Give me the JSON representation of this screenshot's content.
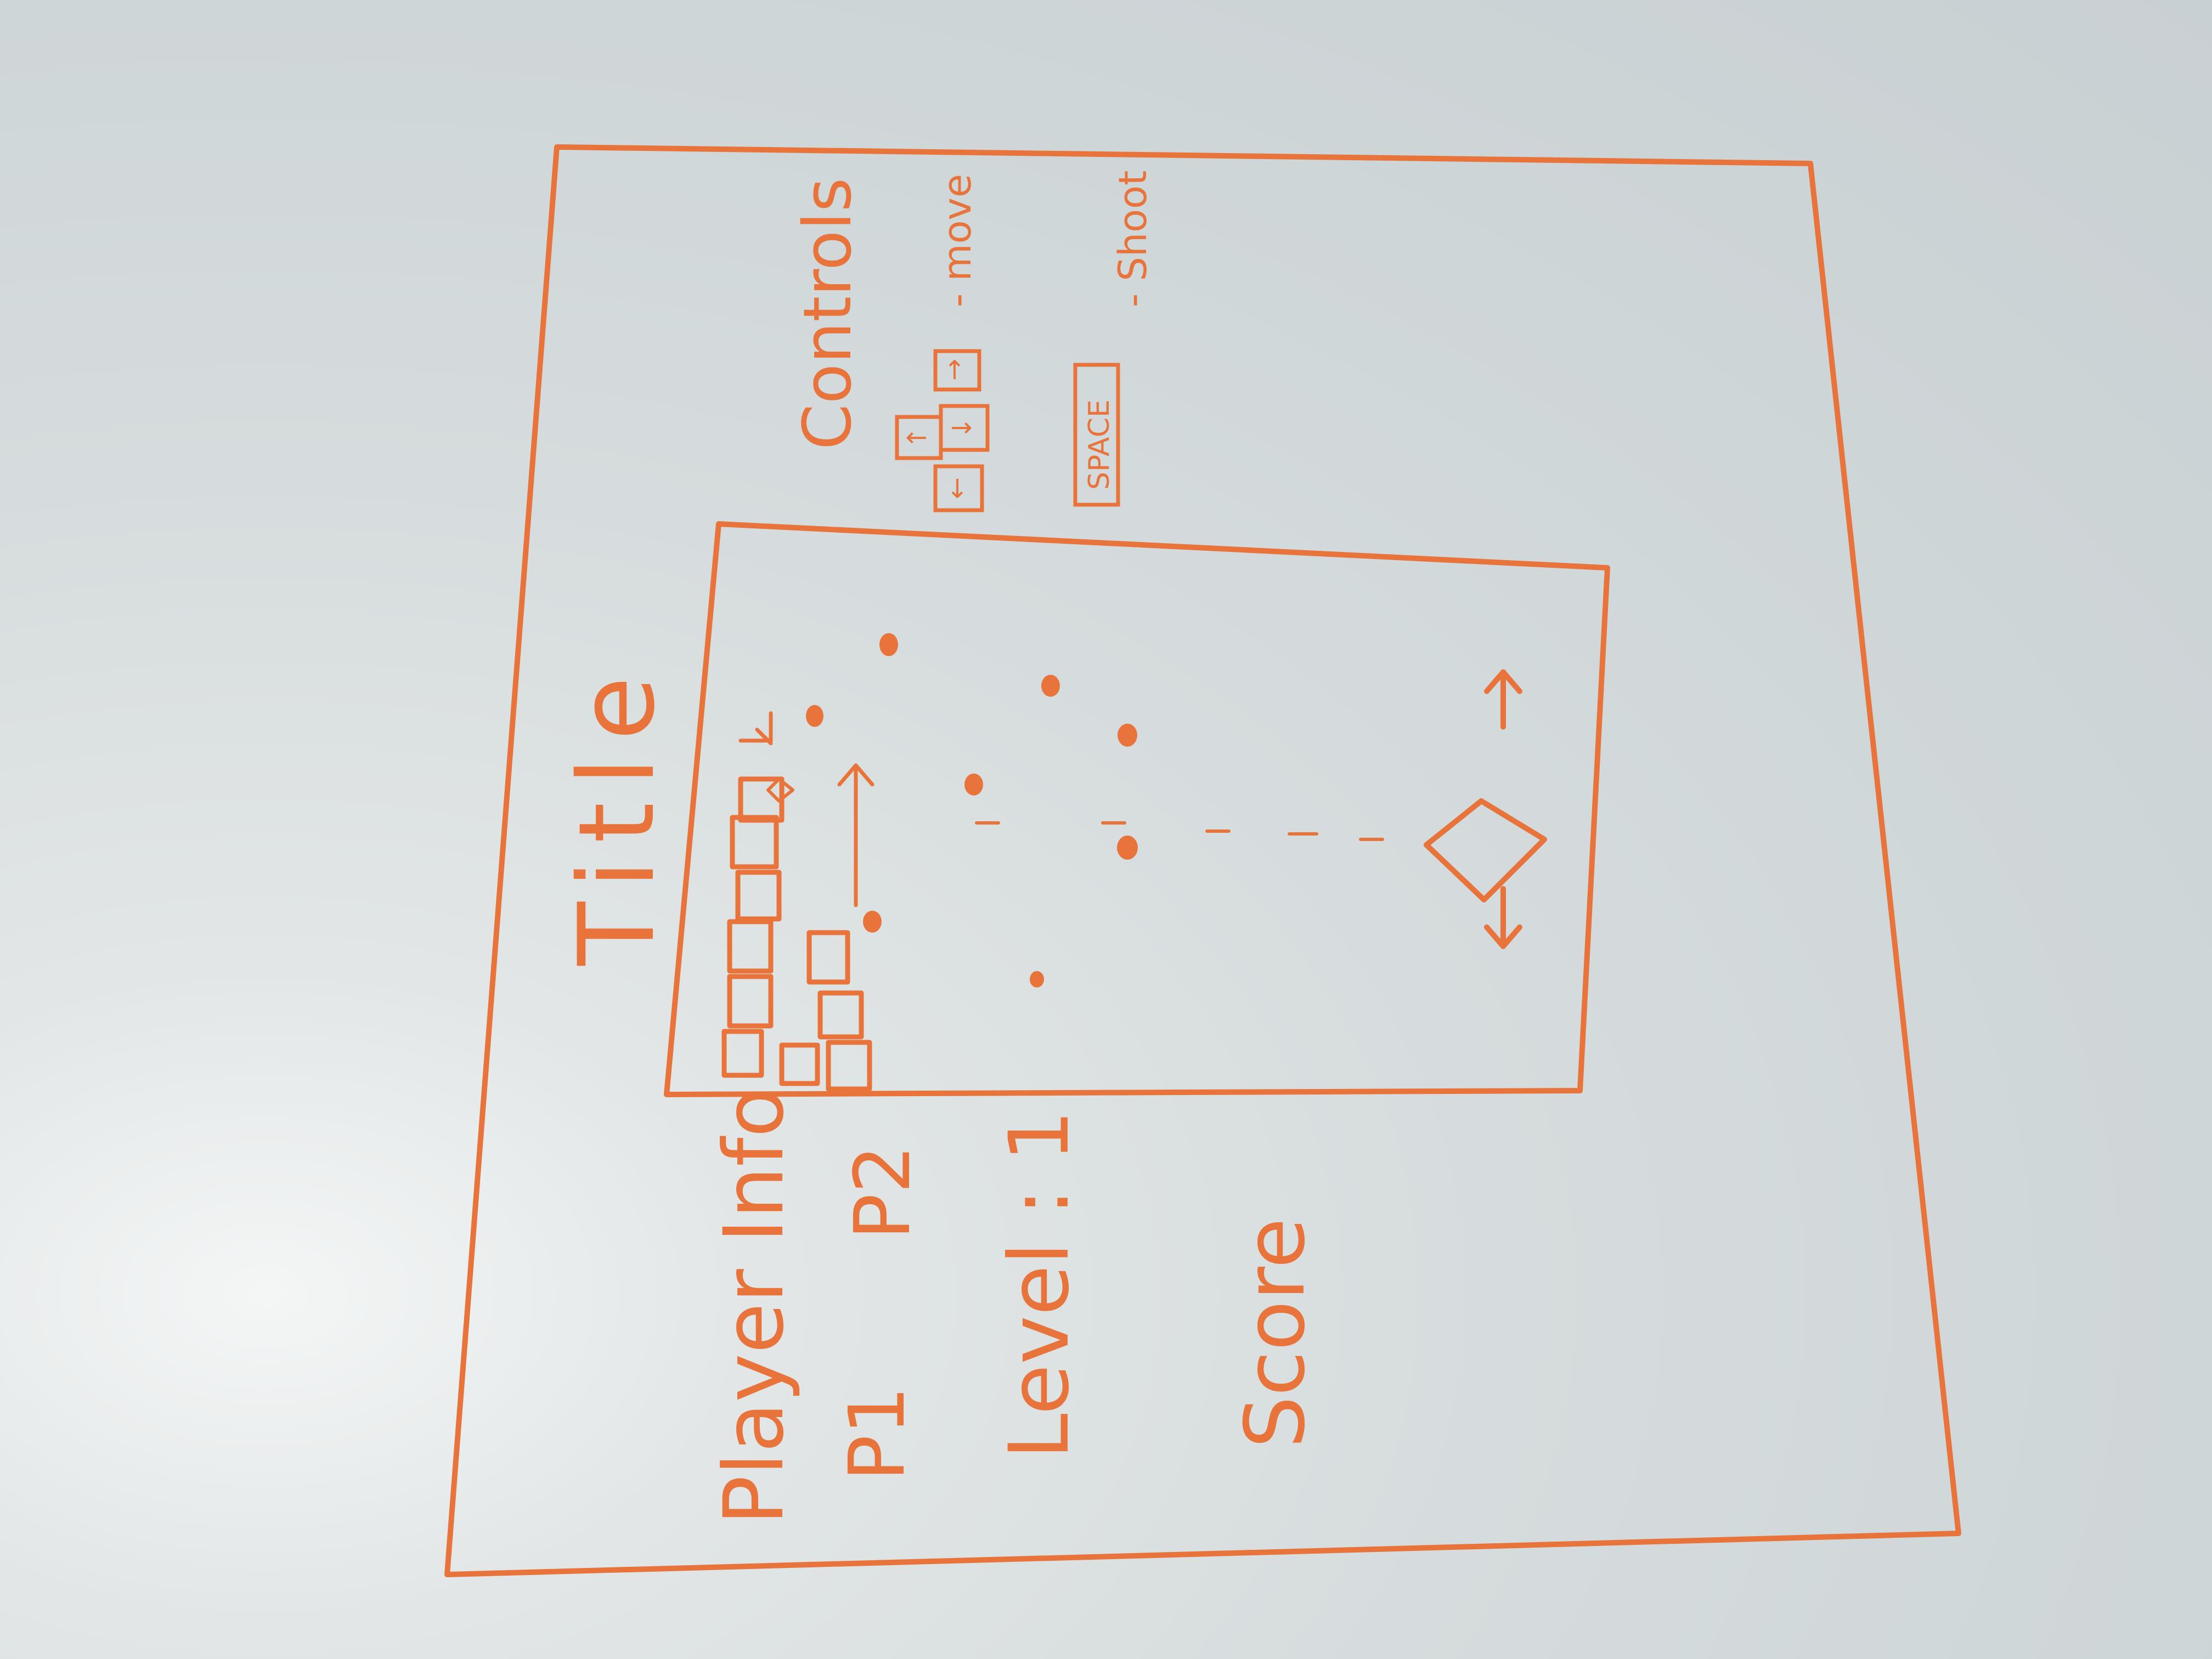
{
  "title": "Title",
  "controls": {
    "heading": "Controls",
    "arrow_keys": [
      "←",
      "→",
      "↓",
      "↑"
    ],
    "move_label": "- move",
    "space_key": "SPACE",
    "shoot_label": "- Shoot"
  },
  "player_info": {
    "label": "Player Info",
    "p1": "P1",
    "p2": "P2"
  },
  "level": {
    "label": "Level : 1"
  },
  "score": {
    "label": "Score"
  },
  "colors": {
    "marker": "#e8743b",
    "whiteboard": "#d6dcdd"
  },
  "icons": [
    "diamond-player-ship-icon",
    "enemy-block-icon",
    "bullet-dot-icon",
    "move-arrow-icon"
  ]
}
